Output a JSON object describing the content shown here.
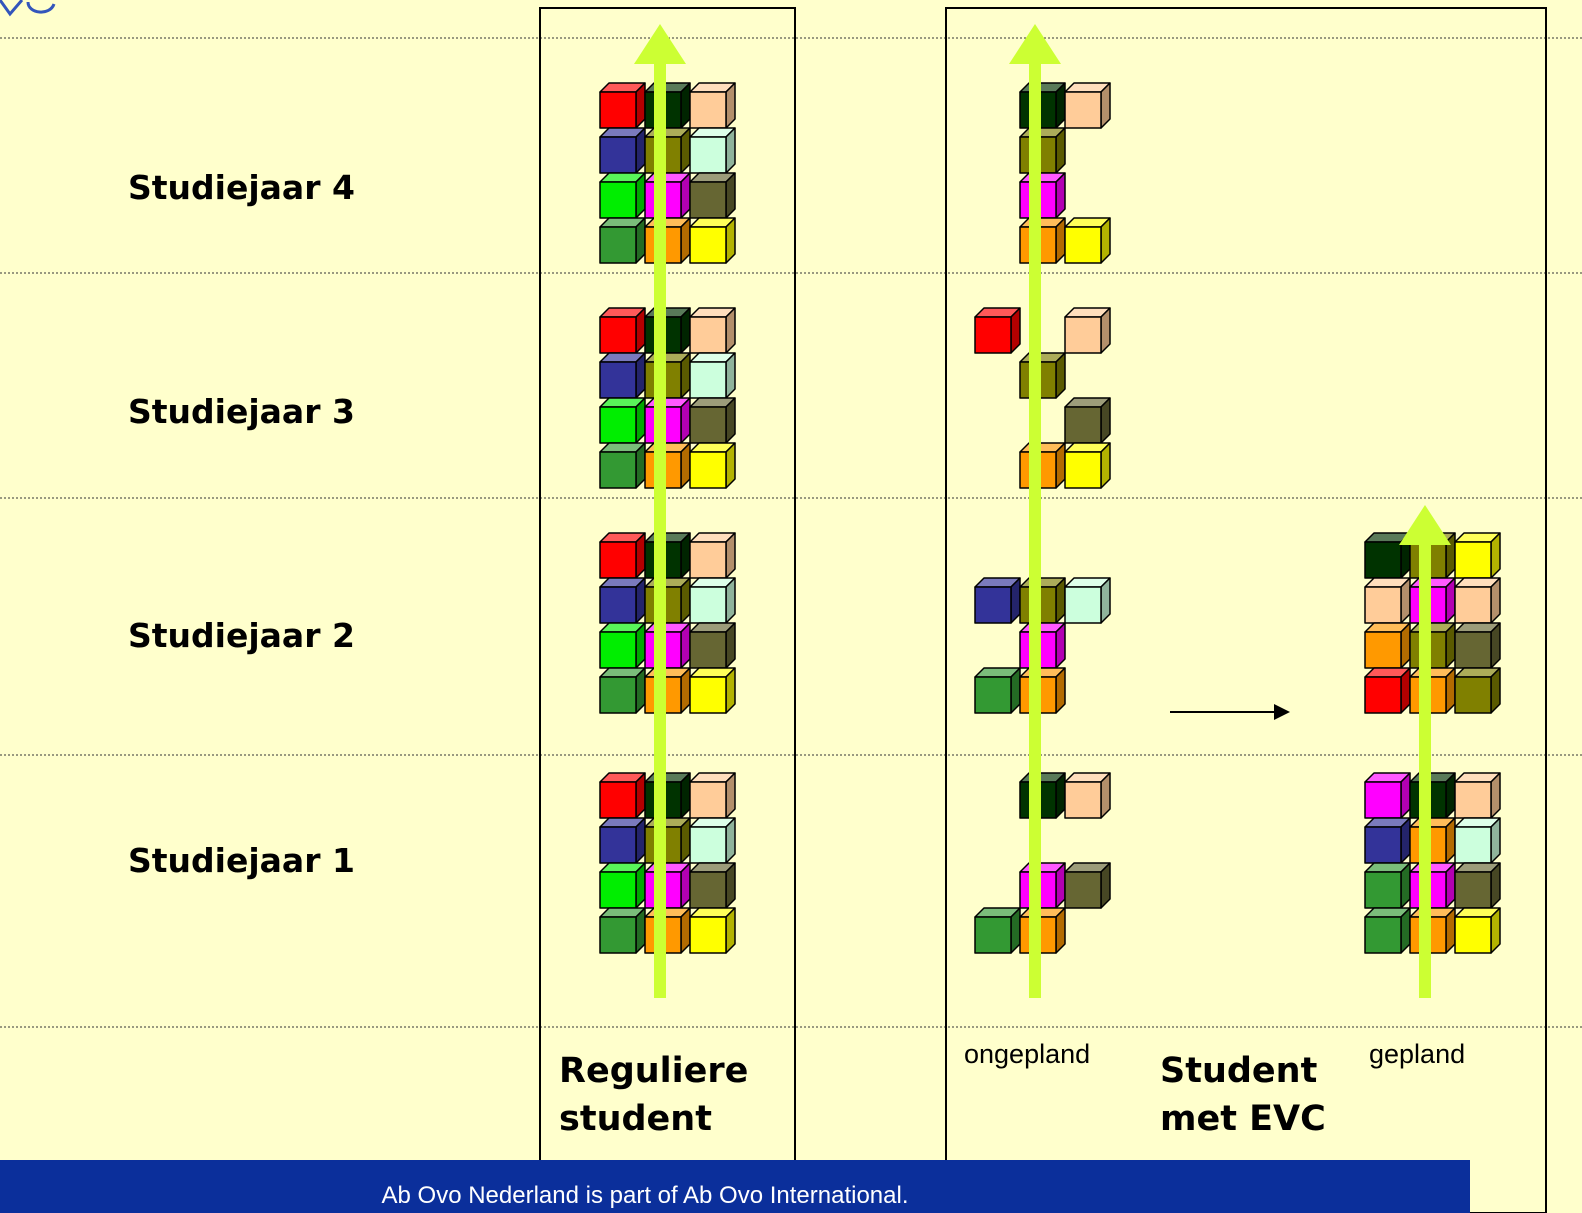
{
  "rows": [
    {
      "label": "Studiejaar 4"
    },
    {
      "label": "Studiejaar 3"
    },
    {
      "label": "Studiejaar 2"
    },
    {
      "label": "Studiejaar 1"
    }
  ],
  "columns": {
    "regular": {
      "line1": "Reguliere",
      "line2": "student"
    },
    "evc": {
      "line1": "Student",
      "line2": "met EVC"
    },
    "unplanned_label": "ongepland",
    "planned_label": "gepland"
  },
  "footer": {
    "text": "Ab Ovo Nederland is part of Ab Ovo International."
  },
  "colors": {
    "background": "#ffffcc",
    "progress_arrow": "#ccff33",
    "footer_bar": "#0b2f9b",
    "red": "#ff0000",
    "dark_green": "#003300",
    "peach": "#ffcc99",
    "navy": "#333399",
    "olive": "#808000",
    "mint": "#ccffdd",
    "green": "#00ee00",
    "magenta": "#ff00ff",
    "dark_olive": "#666633",
    "forest": "#339933",
    "orange": "#ff9900",
    "yellow": "#ffff00"
  },
  "block_grids": {
    "regular_year": [
      [
        "red",
        "dark_green",
        "peach"
      ],
      [
        "navy",
        "olive",
        "mint"
      ],
      [
        "green",
        "magenta",
        "dark_olive"
      ],
      [
        "forest",
        "orange",
        "yellow"
      ]
    ],
    "unplanned": {
      "year4": [
        [
          null,
          "dark_green",
          "peach"
        ],
        [
          null,
          "olive",
          null
        ],
        [
          null,
          "magenta",
          null
        ],
        [
          null,
          "orange",
          "yellow"
        ]
      ],
      "year3": [
        [
          "red",
          null,
          "peach"
        ],
        [
          null,
          "olive",
          null
        ],
        [
          null,
          null,
          "dark_olive"
        ],
        [
          null,
          "orange",
          "yellow"
        ]
      ],
      "year2": [
        [
          null,
          null,
          null
        ],
        [
          "navy",
          "olive",
          "mint"
        ],
        [
          null,
          "magenta",
          null
        ],
        [
          "forest",
          "orange",
          null
        ]
      ],
      "year1": [
        [
          null,
          "dark_green",
          "peach"
        ],
        [
          null,
          null,
          null
        ],
        [
          null,
          "magenta",
          "dark_olive"
        ],
        [
          "forest",
          "orange",
          null
        ]
      ]
    },
    "planned": {
      "year2": [
        [
          "dark_green",
          "olive",
          "yellow"
        ],
        [
          "peach",
          "magenta",
          "peach"
        ],
        [
          "orange",
          "olive",
          "dark_olive"
        ],
        [
          "red",
          "orange",
          "olive"
        ]
      ],
      "year1": [
        [
          "magenta",
          "dark_green",
          "peach"
        ],
        [
          "navy",
          "orange",
          "mint"
        ],
        [
          "forest",
          "magenta",
          "dark_olive"
        ],
        [
          "forest",
          "orange",
          "yellow"
        ]
      ]
    }
  }
}
